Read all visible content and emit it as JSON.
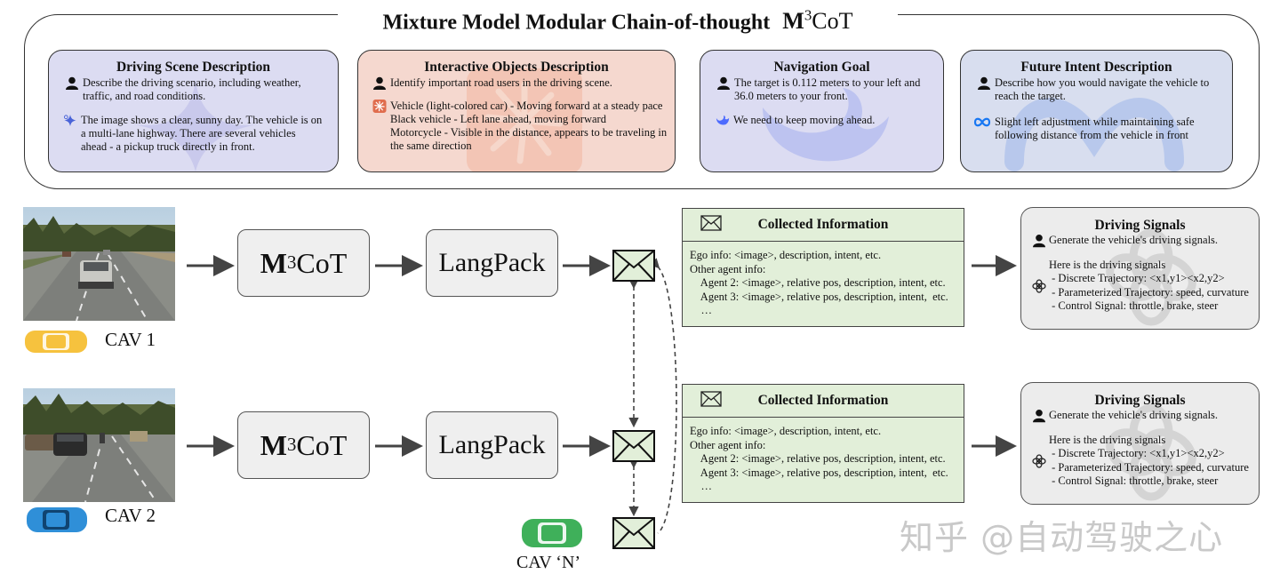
{
  "title": {
    "text": "Mixture Model Modular Chain-of-thought",
    "logo_m": "M",
    "logo_sup": "3",
    "logo_rest": "CoT"
  },
  "cards": [
    {
      "title": "Driving Scene Description",
      "question": "Describe the driving scenario, including weather,\ntraffic, and road conditions.",
      "answer": "The image shows a clear, sunny day. The vehicle is on\na multi-lane highway. There are several vehicles\nahead - a pickup truck directly in front.",
      "question_icon": "person-icon",
      "answer_icon": "gemini-star-icon"
    },
    {
      "title": "Interactive Objects Description",
      "question": "Identify important road users in the driving scene.",
      "answer": "Vehicle (light-colored car) - Moving forward at a steady pace\nBlack vehicle - Left lane ahead, moving forward\nMotorcycle - Visible in the distance, appears to be traveling in\nthe same direction",
      "question_icon": "person-icon",
      "answer_icon": "claude-sunburst-icon"
    },
    {
      "title": "Navigation Goal",
      "question": "The target is 0.112 meters to your left and\n36.0 meters to your front.",
      "answer": "We need to keep moving ahead.",
      "question_icon": "person-icon",
      "answer_icon": "deepseek-whale-icon"
    },
    {
      "title": "Future Intent Description",
      "question": "Describe how you would navigate the vehicle to\nreach the target.",
      "answer": "Slight left adjustment while maintaining safe\nfollowing distance from the vehicle in front",
      "question_icon": "person-icon",
      "answer_icon": "meta-infinity-icon"
    }
  ],
  "pipeline": {
    "m3cot": {
      "m": "M",
      "sup": "3",
      "rest": "CoT"
    },
    "langpack": "LangPack",
    "cav1_label": "CAV 1",
    "cav2_label": "CAV 2",
    "cavn_label": "CAV ‘N’",
    "cav1_color": "#f6c23e",
    "cav2_color": "#2f8fd8",
    "cavn_color": "#3fb05a"
  },
  "collected_info": {
    "title": "Collected Information",
    "lines": "Ego info: <image>, description, intent, etc.\nOther agent info:\n    Agent 2: <image>, relative pos, description, intent, etc.\n    Agent 3: <image>, relative pos, description, intent,  etc.\n    …"
  },
  "driving_signals": {
    "title": "Driving Signals",
    "question": "Generate the vehicle's driving signals.",
    "answer_head": "Here is the driving signals",
    "answer_lines": " - Discrete Trajectory: <x1,y1><x2,y2>\n - Parameterized Trajectory: speed, curvature\n - Control Signal: throttle, brake, steer",
    "answer_icon": "openai-knot-icon"
  },
  "watermark": "知乎 @自动驾驶之心"
}
